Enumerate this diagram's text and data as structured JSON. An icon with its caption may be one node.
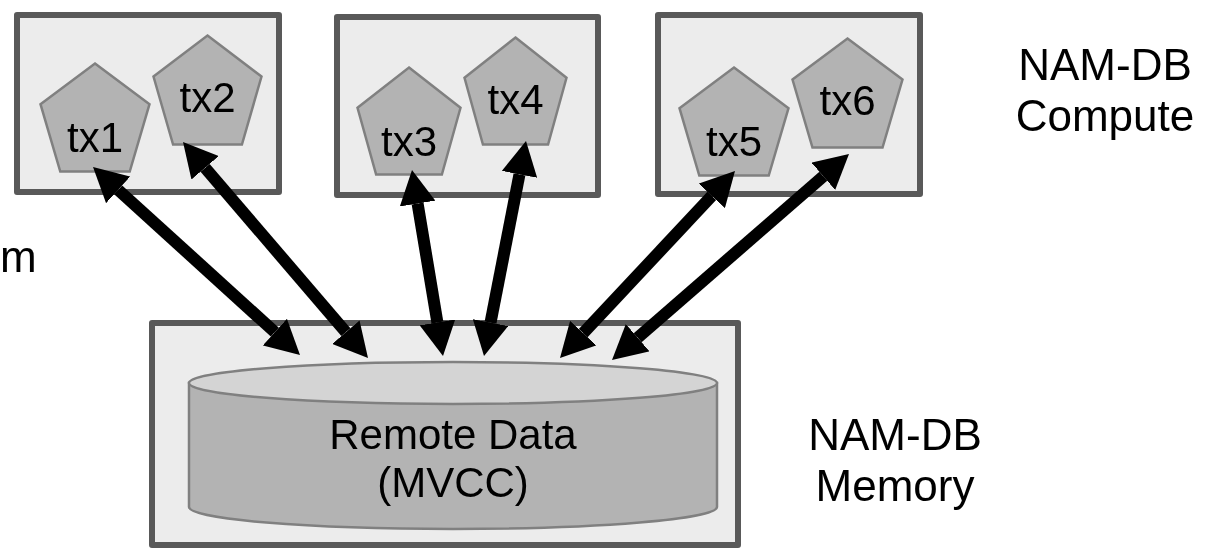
{
  "diagram": {
    "nodes": [
      {
        "text": [],
        "shape": "box"
      },
      {
        "text": [
          "tx1"
        ],
        "in": 0
      },
      {
        "text": [
          "tx2"
        ],
        "in": 0
      },
      {
        "text": [],
        "shape": "box"
      },
      {
        "text": [
          "tx3"
        ],
        "in": 3
      },
      {
        "text": [
          "tx4"
        ],
        "in": 3
      },
      {
        "text": [],
        "shape": "box"
      },
      {
        "text": [
          "tx5"
        ],
        "in": 6
      },
      {
        "text": [
          "tx6"
        ],
        "in": 6
      },
      {
        "text": [],
        "shape": "box"
      },
      {
        "text": [
          "Remote Data (MVCC)"
        ],
        "in": 9
      }
    ],
    "edges": [
      {
        "from": 1,
        "to": 10,
        "arrow": "both"
      },
      {
        "from": 2,
        "to": 10,
        "arrow": "both"
      },
      {
        "from": 4,
        "to": 10,
        "arrow": "both"
      },
      {
        "from": 5,
        "to": 10,
        "arrow": "both"
      },
      {
        "from": 7,
        "to": 10,
        "arrow": "both"
      },
      {
        "from": 8,
        "to": 10,
        "arrow": "both"
      }
    ],
    "labels": [
      "NAM-DB Compute",
      "m",
      "NAM-DB Memory"
    ]
  }
}
